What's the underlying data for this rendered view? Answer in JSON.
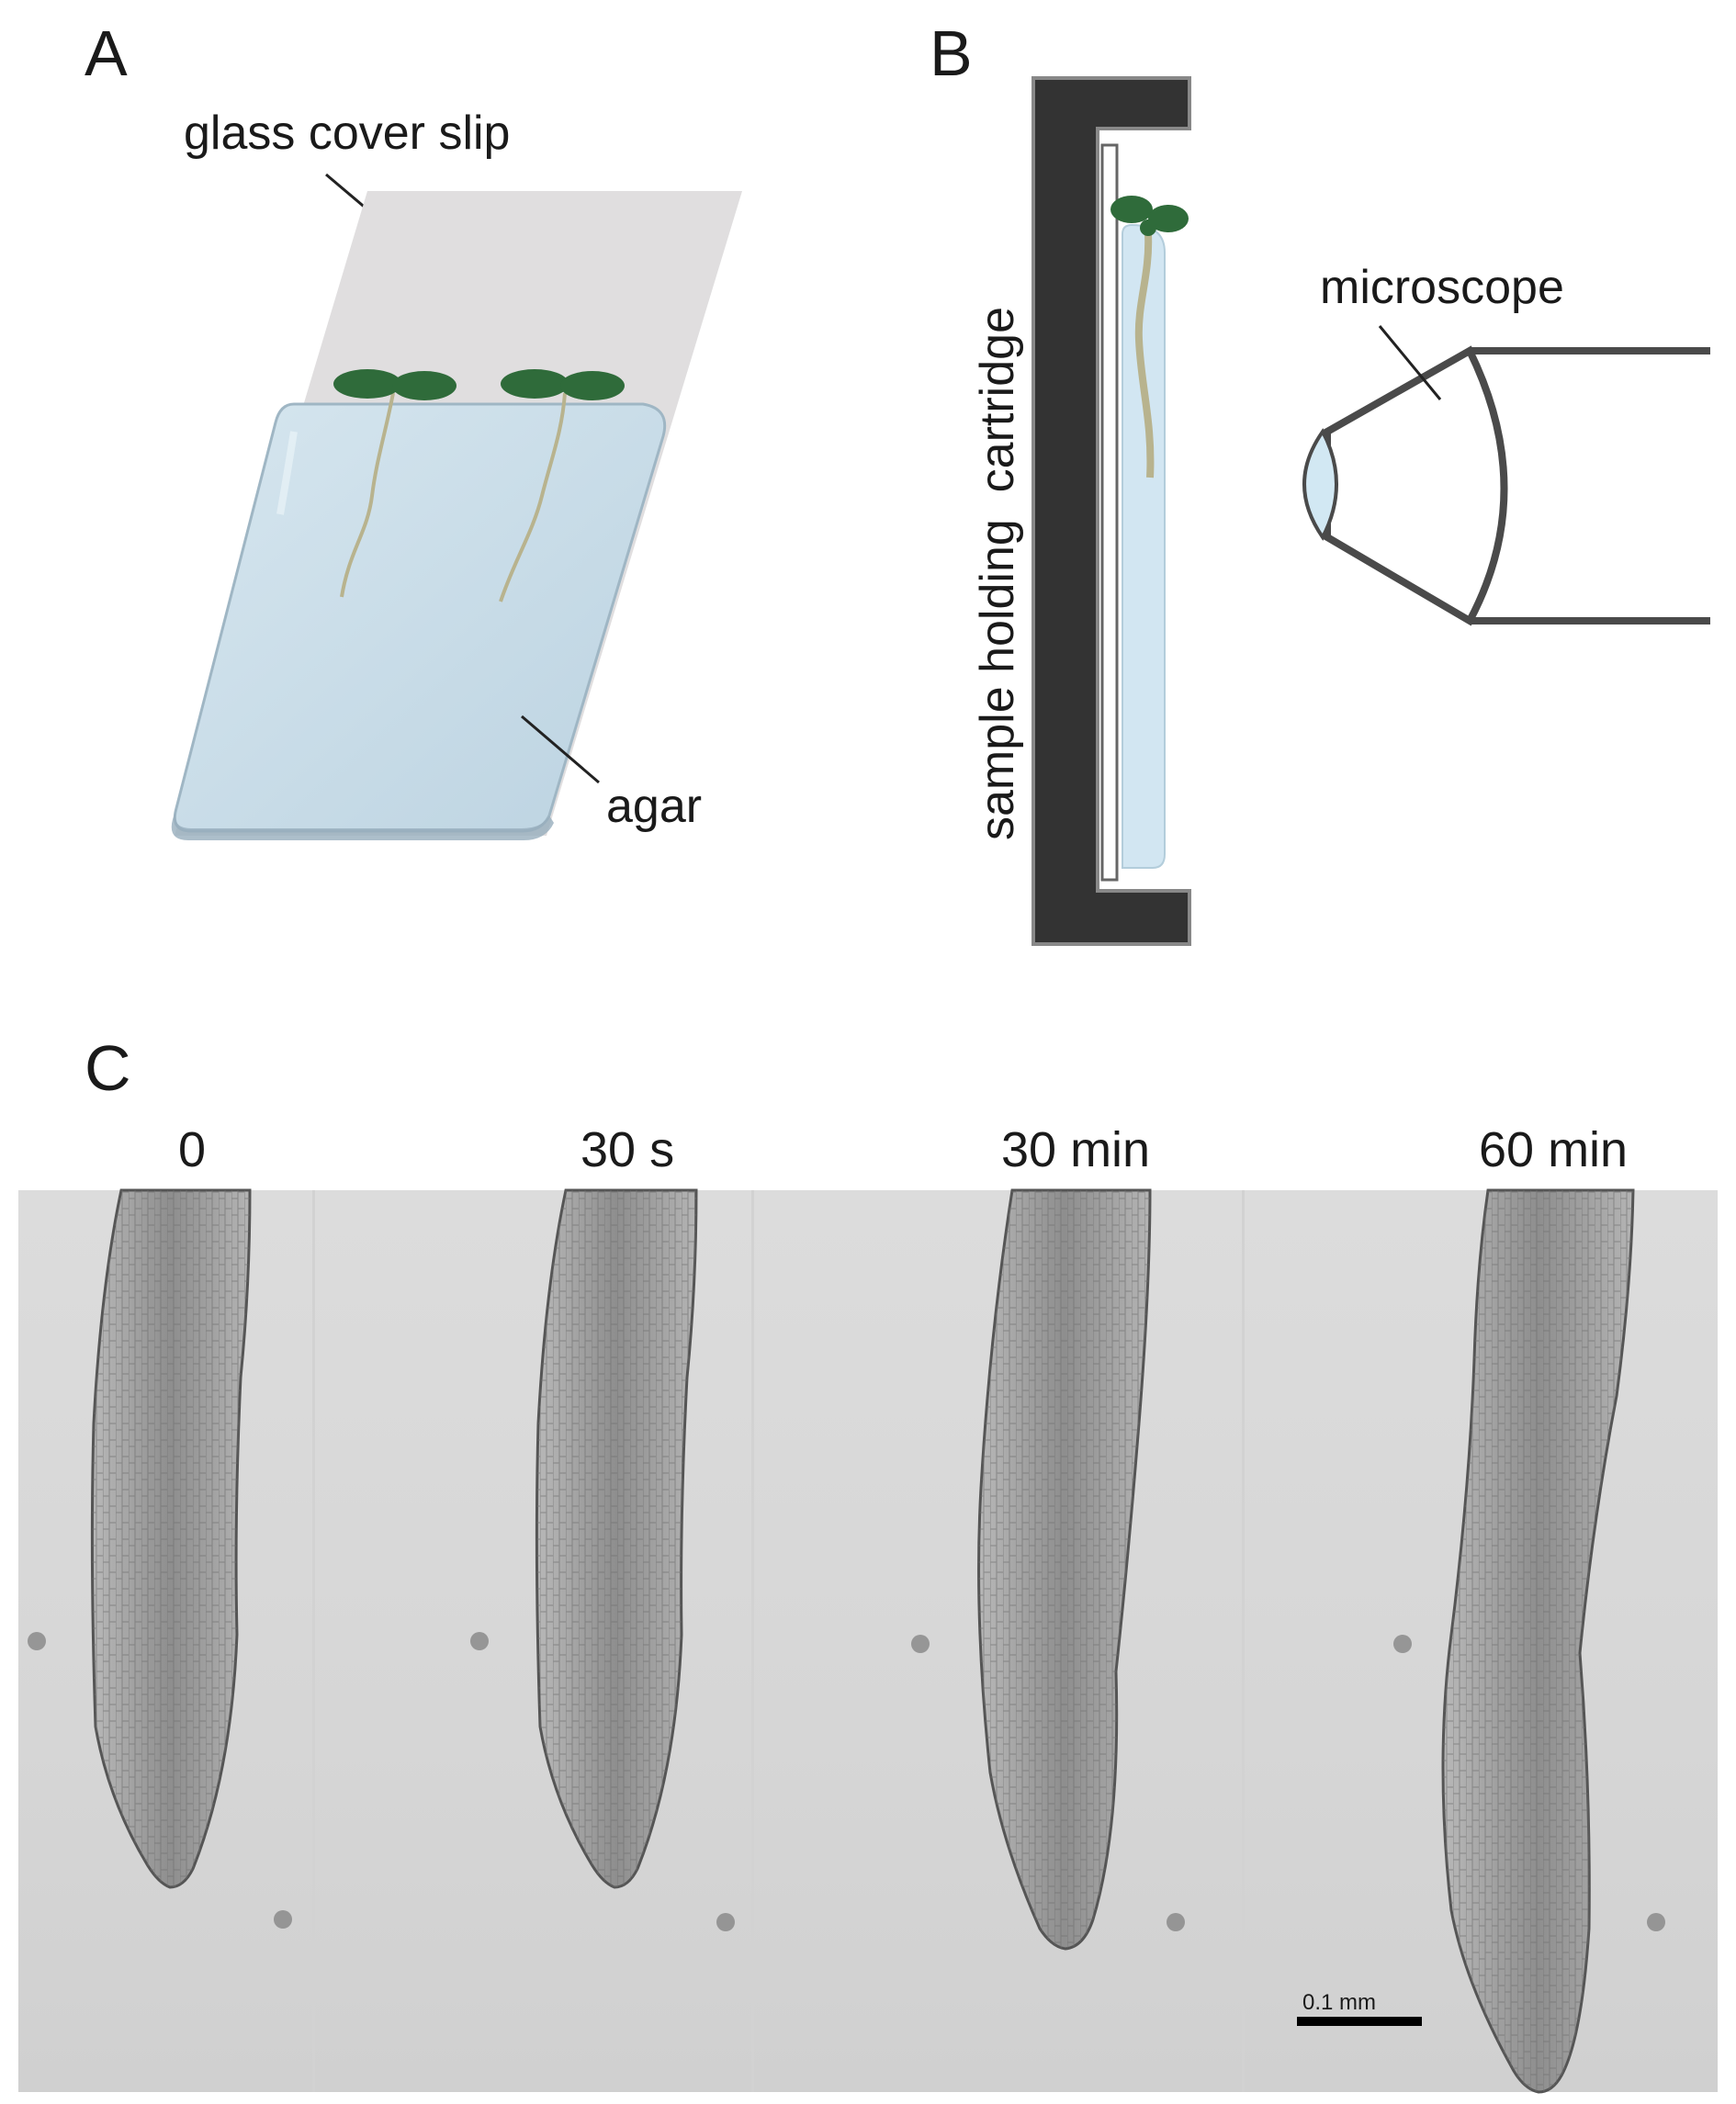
{
  "panels": {
    "a": {
      "letter": "A",
      "cover_slip_label": "glass cover slip",
      "agar_label": "agar"
    },
    "b": {
      "letter": "B",
      "cartridge_label": "sample holding  cartridge",
      "microscope_label": "microscope"
    },
    "c": {
      "letter": "C",
      "time_labels": [
        "0",
        "30 s",
        "30 min",
        "60 min"
      ],
      "scale_bar_label": "0.1 mm"
    }
  },
  "colors": {
    "cover_slip": "#e0dedf",
    "agar": "#c5dbe8",
    "agar_edge": "#9fb6c4",
    "cotyledon": "#2f6b3a",
    "root_sketch": "#b8b38e",
    "cartridge": "#333333",
    "cartridge_outline": "#888888",
    "lens": "#d2e8f3",
    "microscope_outline": "#4a4a4a",
    "micrograph_background": "#d9d9d9",
    "root_tissue": "#9a9a9a"
  }
}
